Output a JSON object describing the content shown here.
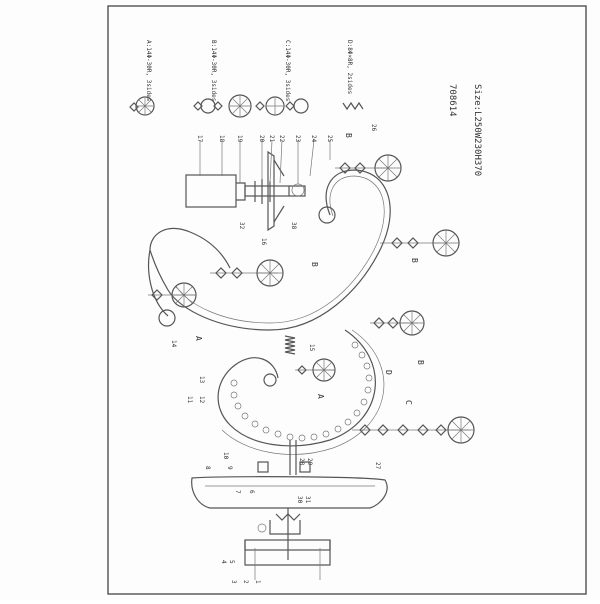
{
  "model": "708614",
  "size": "Size:L250W230H370",
  "parts_legend": [
    {
      "label": "A:14Φ-30R, 3sides"
    },
    {
      "label": "B:14Φ-30R, 3sides"
    },
    {
      "label": "C:14Φ-30R, 3sides"
    },
    {
      "label": "D:8Φ×8R, 2sides"
    }
  ],
  "callouts": [
    "17",
    "18",
    "19",
    "20",
    "21",
    "22",
    "23",
    "24",
    "25",
    "26",
    "32",
    "16",
    "38",
    "14",
    "15",
    "13",
    "12",
    "11",
    "10",
    "9",
    "8",
    "7",
    "6",
    "5",
    "4",
    "3",
    "2",
    "1",
    "27",
    "30",
    "31",
    "28",
    "29"
  ],
  "letters": {
    "a1": "A",
    "a2": "A",
    "b1": "B",
    "b2": "B",
    "b3": "B",
    "b4": "B",
    "c1": "C",
    "d1": "D"
  },
  "icons": [
    "crystal-pendant-icon",
    "octagon-bead-icon",
    "bead-chain-icon",
    "screw-icon"
  ]
}
